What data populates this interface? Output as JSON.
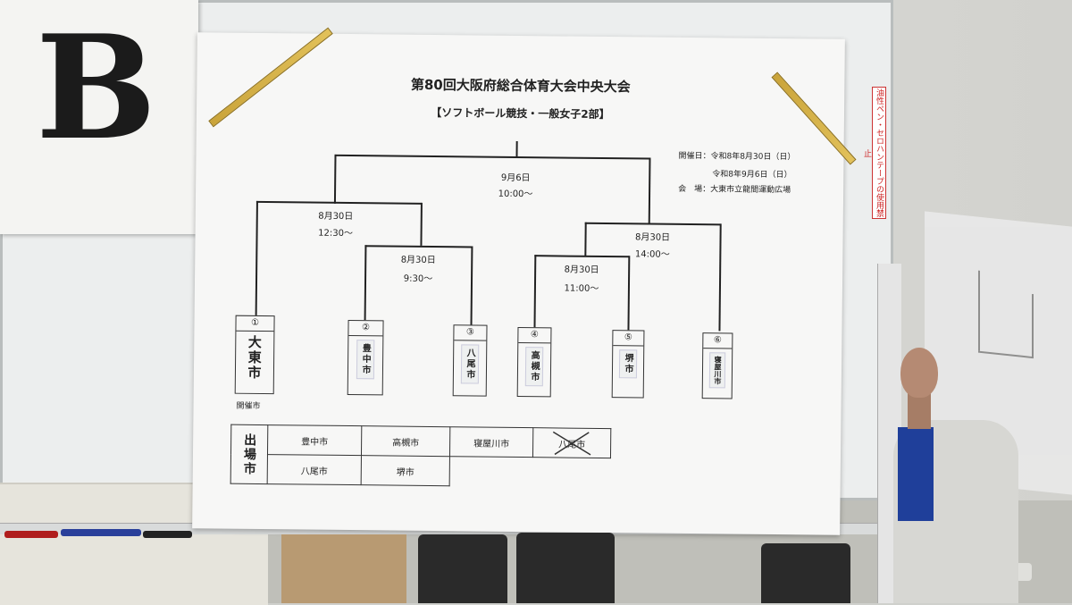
{
  "board_letter": "B",
  "warning_strip": "油性ペン・セロハンテープの使用禁止",
  "sheet": {
    "title": "第80回大阪府総合体育大会中央大会",
    "subtitle": "【ソフトボール競技・一般女子2部】",
    "info": {
      "line1": "開催日：令和8年8月30日（日）",
      "line2": "令和8年9月6日（日）",
      "line3": "会　場：大東市立龍間運動広場"
    },
    "matches": {
      "final_date": "9月6日",
      "final_time": "10:00～",
      "semi_left_date": "8月30日",
      "semi_left_time": "12:30～",
      "qf_left_date": "8月30日",
      "qf_left_time": "9:30～",
      "semi_right_date": "8月30日",
      "semi_right_time": "14:00～",
      "qf_right_date": "8月30日",
      "qf_right_time": "11:00～"
    },
    "teams": [
      {
        "num": "①",
        "name": "大東市"
      },
      {
        "num": "②",
        "name": "豊中市"
      },
      {
        "num": "③",
        "name": "八尾市"
      },
      {
        "num": "④",
        "name": "高槻市"
      },
      {
        "num": "⑤",
        "name": "堺市"
      },
      {
        "num": "⑥",
        "name": "寝屋川市"
      }
    ],
    "host_label": "開催市",
    "entrants_header": "出場市",
    "entrants_row1": [
      "豊中市",
      "高槻市",
      "寝屋川市",
      "八尾市"
    ],
    "entrants_row2": [
      "八尾市",
      "堺市"
    ]
  }
}
